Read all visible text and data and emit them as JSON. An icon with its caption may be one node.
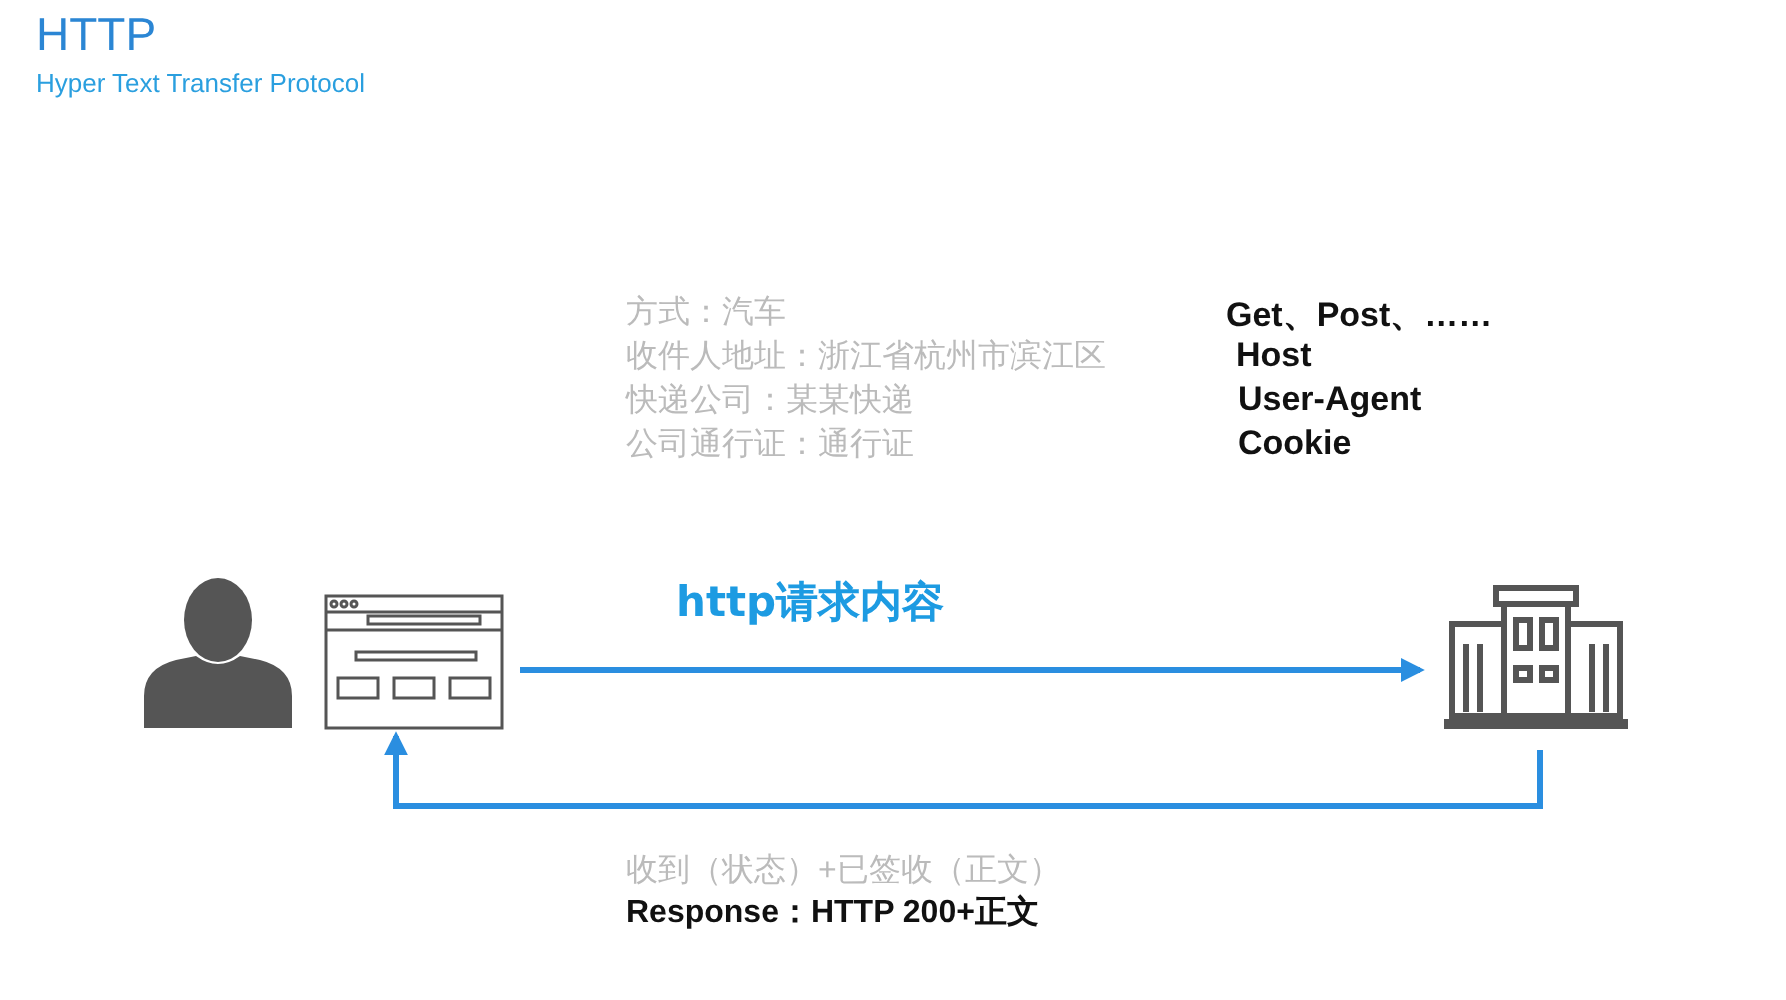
{
  "diagram": {
    "title": "HTTP",
    "nodes": [
      {
        "text": [],
        "shape": "person"
      },
      {
        "text": [],
        "shape": "picture"
      },
      {
        "text": [],
        "shape": "picture"
      }
    ],
    "edges": [
      {
        "from": 1,
        "to": 2,
        "arrow": "to",
        "label": "http请求内容"
      },
      {
        "from": 2,
        "to": 1,
        "arrow": "to"
      }
    ],
    "labels": [
      "Hyper Text Transfer Protocol",
      "方式：汽车",
      "Get、Post、……",
      "收件人地址：浙江省杭州市滨江区",
      "Host",
      "快递公司：某某快递",
      "User-Agent",
      "公司通行证：通行证",
      "Cookie",
      "收到（状态）+已签收（正文）",
      "Response：HTTP 200+正文"
    ]
  }
}
